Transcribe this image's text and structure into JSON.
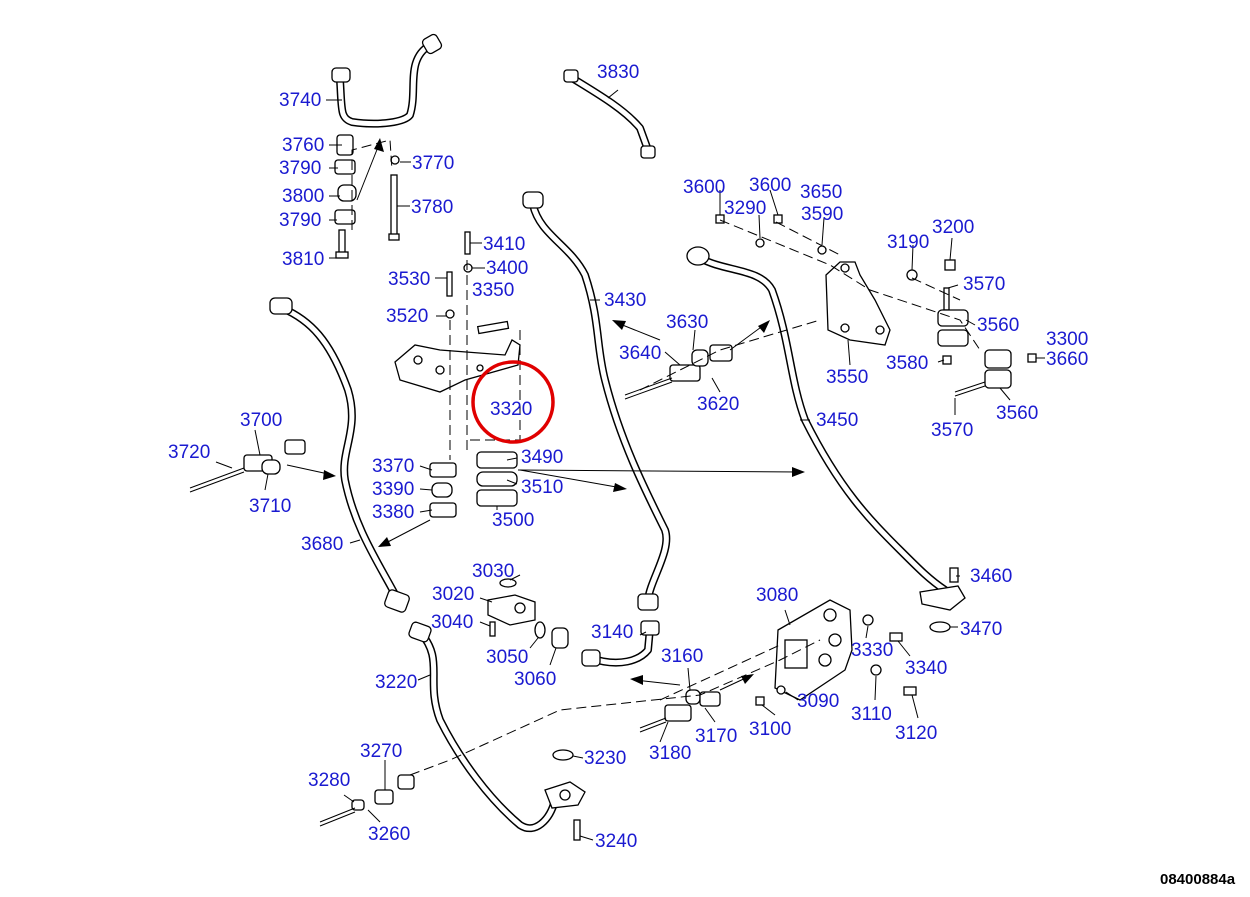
{
  "diagram": {
    "reference_code": "08400884a",
    "highlighted_part": "3320",
    "highlight_color": "#e00000",
    "label_color": "#1a1ad0",
    "labels": {
      "p3740": "3740",
      "p3760": "3760",
      "p3790a": "3790",
      "p3770": "3770",
      "p3800": "3800",
      "p3790b": "3790",
      "p3780": "3780",
      "p3810": "3810",
      "p3830": "3830",
      "p3410": "3410",
      "p3400": "3400",
      "p3530": "3530",
      "p3350": "3350",
      "p3520": "3520",
      "p3320": "3320",
      "p3430": "3430",
      "p3600a": "3600",
      "p3600b": "3600",
      "p3650": "3650",
      "p3290": "3290",
      "p3590": "3590",
      "p3190": "3190",
      "p3200": "3200",
      "p3570a": "3570",
      "p3560a": "3560",
      "p3300": "3300",
      "p3660": "3660",
      "p3580": "3580",
      "p3550": "3550",
      "p3560b": "3560",
      "p3570b": "3570",
      "p3450": "3450",
      "p3630": "3630",
      "p3640": "3640",
      "p3620": "3620",
      "p3700": "3700",
      "p3720": "3720",
      "p3710": "3710",
      "p3370": "3370",
      "p3390": "3390",
      "p3380": "3380",
      "p3490": "3490",
      "p3510": "3510",
      "p3500": "3500",
      "p3680": "3680",
      "p3030": "3030",
      "p3020": "3020",
      "p3040": "3040",
      "p3050": "3050",
      "p3060": "3060",
      "p3140": "3140",
      "p3160": "3160",
      "p3170": "3170",
      "p3180": "3180",
      "p3080": "3080",
      "p3090": "3090",
      "p3100": "3100",
      "p3330": "3330",
      "p3340": "3340",
      "p3110": "3110",
      "p3120": "3120",
      "p3460": "3460",
      "p3470": "3470",
      "p3220": "3220",
      "p3270": "3270",
      "p3280": "3280",
      "p3260": "3260",
      "p3230": "3230",
      "p3240": "3240"
    }
  }
}
